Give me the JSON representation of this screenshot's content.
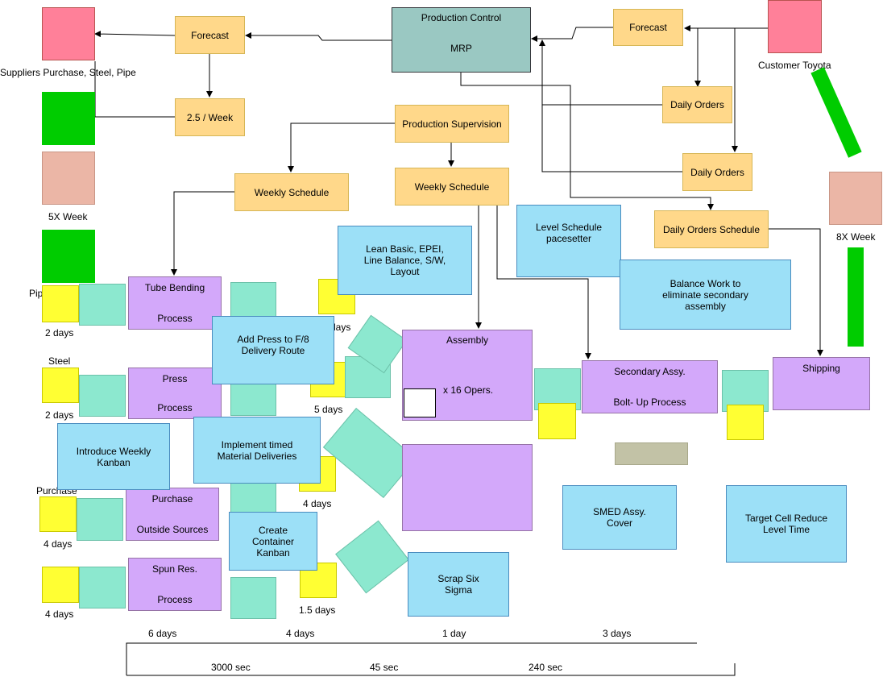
{
  "nodes": {
    "production_control": {
      "title": "Production Control",
      "sub": "MRP"
    },
    "forecast_left": "Forecast",
    "forecast_right": "Forecast",
    "suppliers": "Suppliers Purchase, Steel, Pipe",
    "customer": "Customer Toyota",
    "two_five_week": "2.5 / Week",
    "five_x_week": "5X Week",
    "eight_x_week": "8X Week",
    "daily_orders_1": "Daily Orders",
    "daily_orders_2": "Daily Orders",
    "daily_orders_schedule": "Daily Orders Schedule",
    "production_supervision": "Production Supervision",
    "weekly_schedule_left": "Weekly Schedule",
    "weekly_schedule_center": "Weekly Schedule",
    "lean_basic": "Lean Basic, EPEI,\nLine Balance, S/W,\nLayout",
    "level_schedule": "Level Schedule\npacesetter",
    "balance_work": "Balance Work to\neliminate secondary\nassembly",
    "add_press": "Add Press to F/8\nDelivery Route",
    "introduce_kanban": "Introduce Weekly\nKanban",
    "implement_timed": "Implement timed\nMaterial Deliveries",
    "create_container": "Create\nContainer\nKanban",
    "scrap_six_sigma": "Scrap Six\nSigma",
    "smed": "SMED Assy.\nCover",
    "target_cell": "Target Cell Reduce\nLevel Time"
  },
  "processes": {
    "tube_bending": {
      "name": "Tube Bending",
      "sub": "Process"
    },
    "press": {
      "name": "Press",
      "sub": "Process"
    },
    "purchase": {
      "name": "Purchase",
      "sub": "Outside Sources"
    },
    "spun_res": {
      "name": "Spun Res.",
      "sub": "Process"
    },
    "assembly": {
      "name": "Assembly",
      "sub": "x 16 Opers."
    },
    "secondary_assy": {
      "name": "Secondary Assy.",
      "sub": "Bolt- Up Process"
    },
    "shipping": {
      "name": "Shipping"
    }
  },
  "labels": {
    "pipe": "Pipe",
    "steel": "Steel",
    "purchase": "Purchase",
    "days_tube": "2 days",
    "days_press": "2 days",
    "days_purchase": "4 days",
    "days_spun": "4 days",
    "days_5": "5 days",
    "days_4_mid": "4 days",
    "days_1_5": "1.5 days",
    "days_partial": "days"
  },
  "timeline": {
    "top": [
      "6 days",
      "4 days",
      "1 day",
      "3 days"
    ],
    "bottom": [
      "3000 sec",
      "45 sec",
      "240 sec"
    ]
  }
}
